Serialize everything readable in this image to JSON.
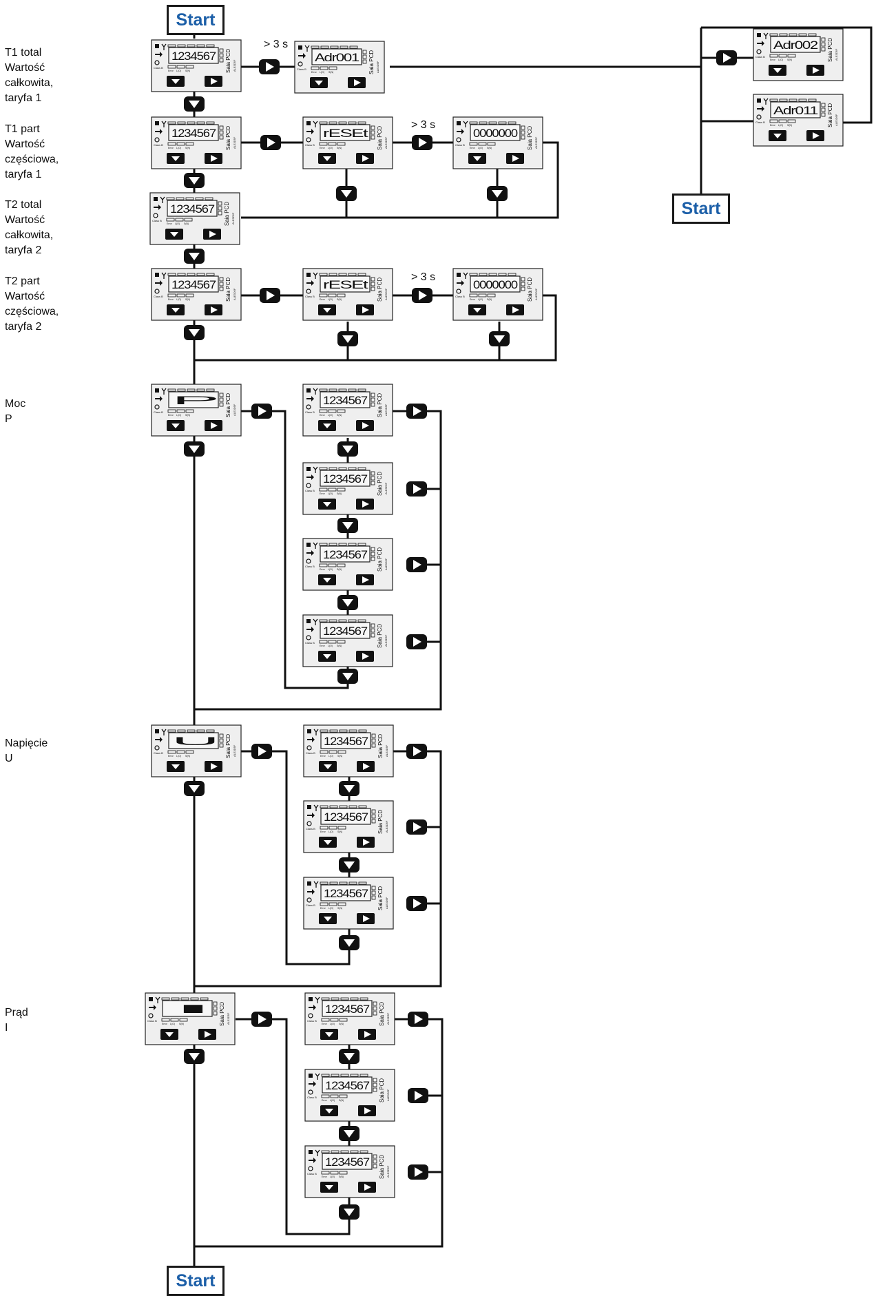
{
  "start_label": "Start",
  "delay_label": "> 3 s",
  "brand": "Saia PCD",
  "model": "ALE3D5F",
  "device_labels": {
    "class": "Class B",
    "error": "Error",
    "lo": "L(O)",
    "hi": "S(N)"
  },
  "rows": {
    "t1_total": [
      "T1 total",
      "Wartość",
      "całkowita,",
      "taryfa 1"
    ],
    "t1_part": [
      "T1 part",
      "Wartość",
      "częściowa,",
      "taryfa 1"
    ],
    "t2_total": [
      "T2 total",
      "Wartość",
      "całkowita,",
      "taryfa 2"
    ],
    "t2_part": [
      "T2 part",
      "Wartość",
      "częściowa,",
      "taryfa 2"
    ],
    "power": [
      "Moc",
      "P"
    ],
    "voltage": [
      "Napięcie",
      "U"
    ],
    "current": [
      "Prąd",
      "I"
    ]
  },
  "displays": {
    "value": "1234567",
    "addr": "Adr001",
    "addr_mod": "Adr002",
    "addr_set": "Adr011",
    "reset": "rESEt",
    "zero": "0000000",
    "power": "P",
    "voltage": "U",
    "current": "I"
  },
  "icons": {
    "down": "down-arrow-button-icon",
    "right": "right-arrow-button-icon"
  }
}
